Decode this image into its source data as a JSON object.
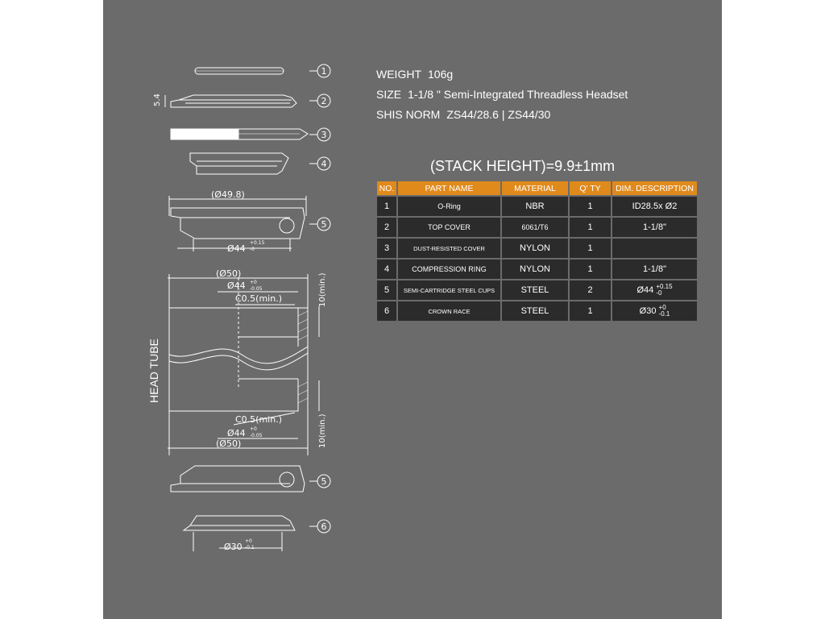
{
  "specs": {
    "weight_label": "WEIGHT",
    "weight_value": "106g",
    "size_label": "SIZE",
    "size_value": "1-1/8 \"  Semi-Integrated Threadless Headset",
    "norm_label": "SHIS NORM",
    "norm_value": "ZS44/28.6 | ZS44/30"
  },
  "stack_height": "(STACK HEIGHT)=9.9±1mm",
  "table": {
    "headers": [
      "NO.",
      "PART NAME",
      "MATERIAL",
      "Q'  TY",
      "DIM. DESCRIPTION"
    ],
    "rows": [
      {
        "no": "1",
        "name": "O-Ring",
        "material": "NBR",
        "qty": "1",
        "dim": "ID28.5x  Ø2",
        "tol_up": "",
        "tol_down": ""
      },
      {
        "no": "2",
        "name": "TOP COVER",
        "material": "6061/T6",
        "qty": "1",
        "dim": "1-1/8\"",
        "tol_up": "",
        "tol_down": ""
      },
      {
        "no": "3",
        "name": "DUST-RESISTED COVER",
        "material": "NYLON",
        "qty": "1",
        "dim": "",
        "tol_up": "",
        "tol_down": ""
      },
      {
        "no": "4",
        "name": "COMPRESSION RING",
        "material": "NYLON",
        "qty": "1",
        "dim": "1-1/8\"",
        "tol_up": "",
        "tol_down": ""
      },
      {
        "no": "5",
        "name": "SEMI-CARTRIDGE STEEL CUPS",
        "material": "STEEL",
        "qty": "2",
        "dim": "Ø44",
        "tol_up": "+0.15",
        "tol_down": "-0"
      },
      {
        "no": "6",
        "name": "CROWN RACE",
        "material": "STEEL",
        "qty": "1",
        "dim": "Ø30",
        "tol_up": "+0",
        "tol_down": "-0.1"
      }
    ]
  },
  "drawing": {
    "callouts": [
      "1",
      "2",
      "3",
      "4",
      "5",
      "5",
      "6"
    ],
    "dim_5_4": "5.4",
    "dim_49_8": "(Ø49.8)",
    "dim_44_cup": "Ø44",
    "tol_44_cup_up": "+0.15",
    "tol_44_cup_down": "-0",
    "dim_50_top": "(Ø50)",
    "dim_44_top": "Ø44",
    "tol_44_top_up": "+0",
    "tol_44_top_down": "-0.05",
    "chamfer_top": "C0.5(min.)",
    "depth_top": "10(min.)",
    "head_tube": "HEAD TUBE",
    "chamfer_bottom": "C0.5(min.)",
    "dim_44_bottom": "Ø44",
    "tol_44_bottom_up": "+0",
    "tol_44_bottom_down": "-0.05",
    "dim_50_bottom": "(Ø50)",
    "depth_bottom": "10(min.)",
    "dim_30": "Ø30",
    "tol_30_up": "+0",
    "tol_30_down": "-0.1"
  }
}
